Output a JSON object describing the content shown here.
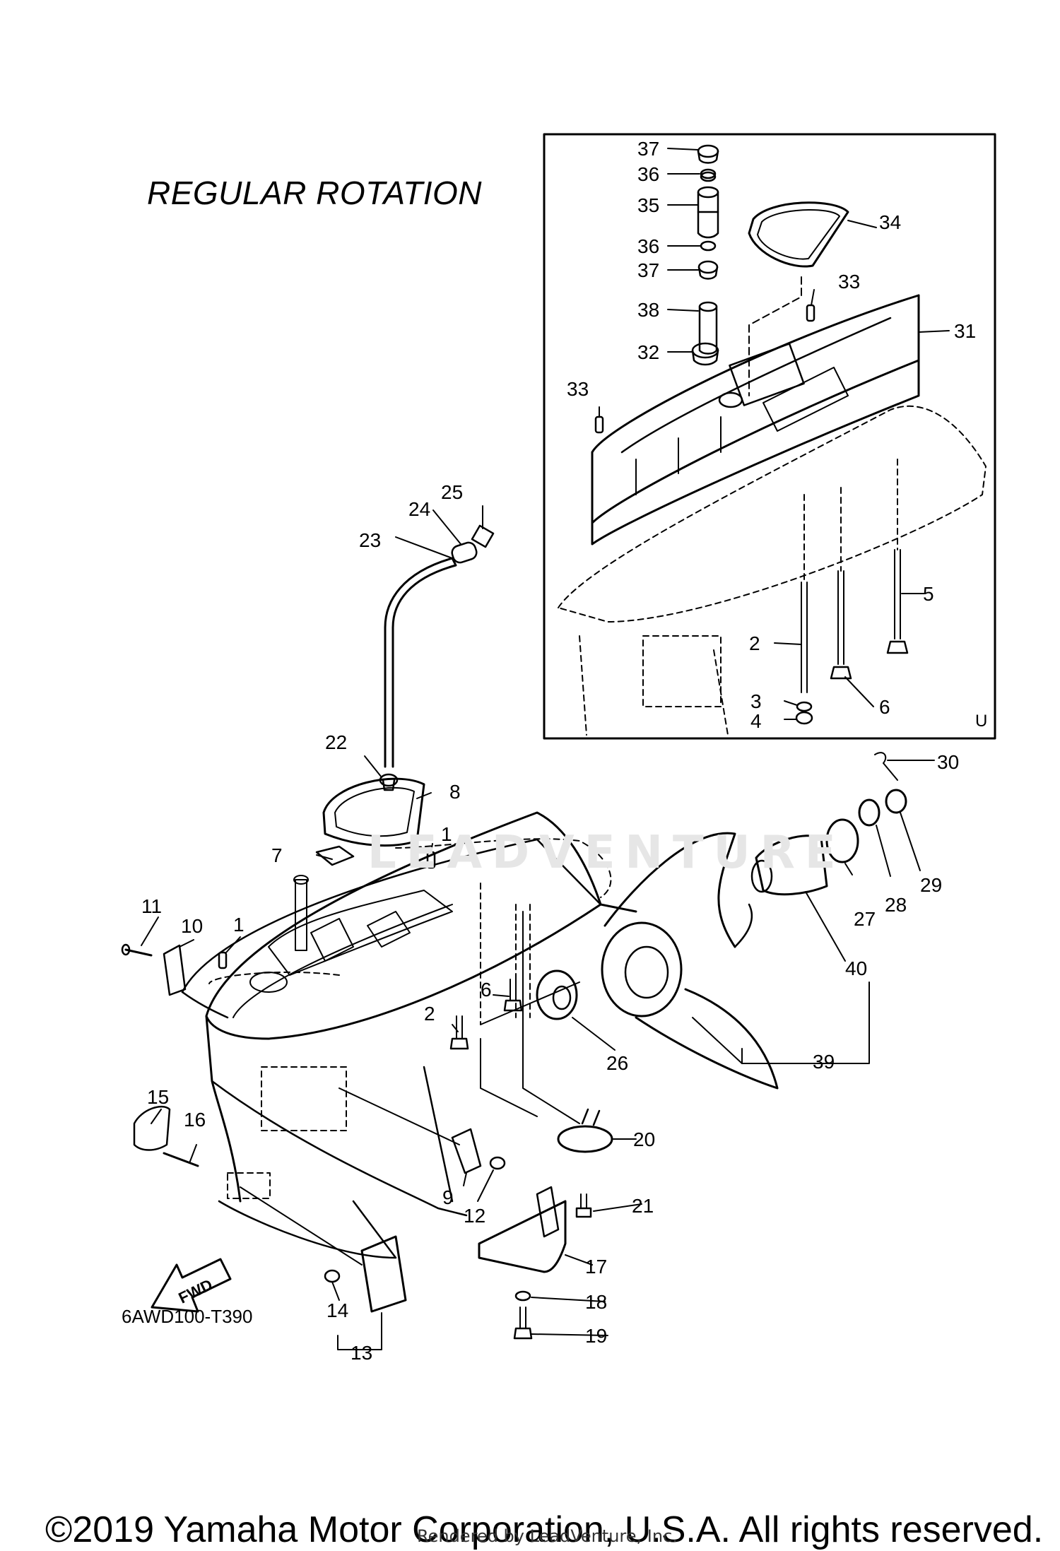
{
  "title": "REGULAR ROTATION",
  "diagram_code": "6AWD100-T390",
  "inset_mark": "U",
  "fwd_label": "FWD",
  "watermark": "LEADVENTURE",
  "copyright": "©2019 Yamaha Motor Corporation, U.S.A. All rights reserved.",
  "rendered_by": "Rendered by LeadVenture, Inc.",
  "callouts": {
    "c37a": "37",
    "c36a": "36",
    "c35": "35",
    "c36b": "36",
    "c37b": "37",
    "c38": "38",
    "c32": "32",
    "c33a": "33",
    "c33b": "33",
    "c34": "34",
    "c31": "31",
    "c5": "5",
    "c2a": "2",
    "c6a": "6",
    "c3": "3",
    "c4": "4",
    "c25": "25",
    "c24": "24",
    "c23": "23",
    "c22": "22",
    "c8": "8",
    "c7": "7",
    "c1a": "1",
    "c1b": "1",
    "c11": "11",
    "c10": "10",
    "c6b": "6",
    "c2b": "2",
    "c15": "15",
    "c16": "16",
    "c9": "9",
    "c12": "12",
    "c26": "26",
    "c20": "20",
    "c21": "21",
    "c17": "17",
    "c18": "18",
    "c19": "19",
    "c14": "14",
    "c13": "13",
    "c39": "39",
    "c40": "40",
    "c27": "27",
    "c28": "28",
    "c29": "29",
    "c30": "30"
  }
}
